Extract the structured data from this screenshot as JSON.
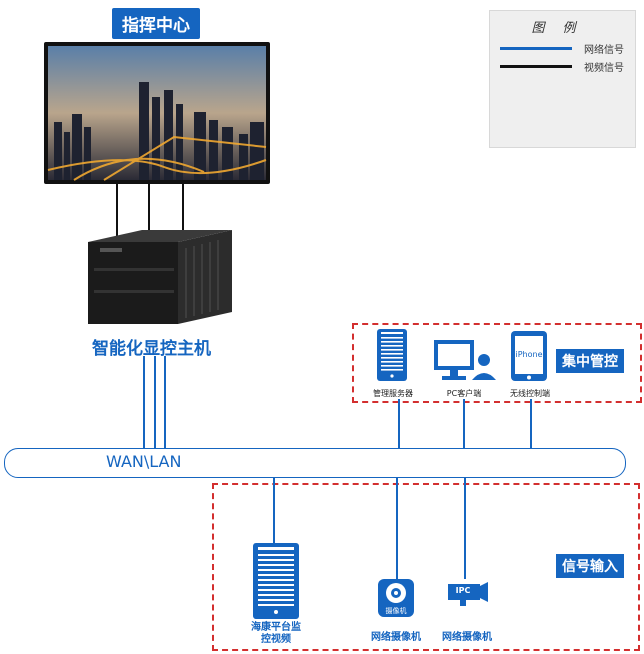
{
  "command_center": {
    "label": "指挥中心"
  },
  "legend": {
    "title": "图例",
    "items": [
      {
        "label": "网络信号",
        "color": "#1565c0"
      },
      {
        "label": "视频信号",
        "color": "#111111"
      }
    ]
  },
  "display_host": {
    "label": "智能化显控主机"
  },
  "network": {
    "label": "WAN\\LAN"
  },
  "management": {
    "section_label": "集中管控",
    "devices": [
      {
        "label": "管理服务器",
        "icon": "server-icon"
      },
      {
        "label": "PC客户端",
        "icon": "pc-client-icon"
      },
      {
        "label": "无线控制端",
        "icon": "tablet-icon",
        "screen_text": "iPhone"
      }
    ]
  },
  "signal_input": {
    "section_label": "信号输入",
    "devices": [
      {
        "label": "海康平台监控视频",
        "icon": "server-icon"
      },
      {
        "label": "网络摄像机",
        "icon": "dome-camera-icon",
        "badge": "摄像机"
      },
      {
        "label": "网络摄像机",
        "icon": "bullet-camera-icon",
        "badge": "IPC"
      }
    ]
  }
}
